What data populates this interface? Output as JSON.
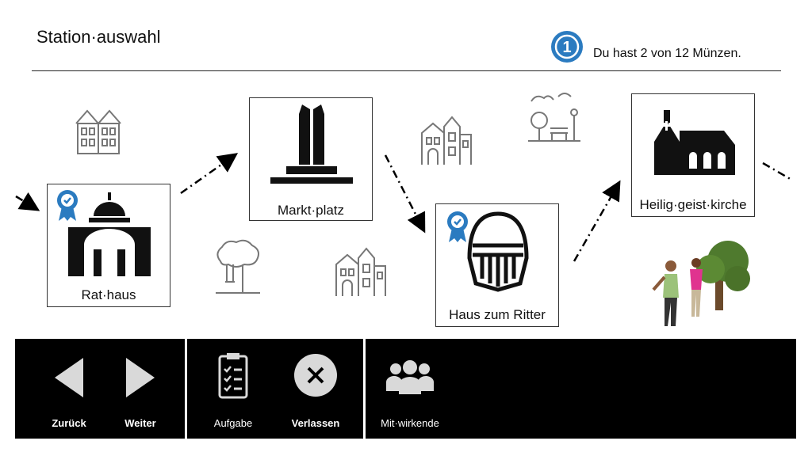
{
  "header": {
    "title": "Station·auswahl",
    "coin_number": "1",
    "coin_text": "Du hast 2 von 12 Münzen."
  },
  "stations": [
    {
      "label": "Rat·haus",
      "completed": true
    },
    {
      "label": "Markt·platz",
      "completed": false
    },
    {
      "label": "Haus zum Ritter",
      "completed": true
    },
    {
      "label": "Heilig·geist·kirche",
      "completed": false
    }
  ],
  "toolbar": {
    "back_label": "Zurück",
    "next_label": "Weiter",
    "task_label": "Aufgabe",
    "leave_label": "Verlassen",
    "contributors_label": "Mit·wirkende"
  },
  "colors": {
    "accent_blue": "#2b7bc0",
    "toolbar_bg": "#000000"
  }
}
